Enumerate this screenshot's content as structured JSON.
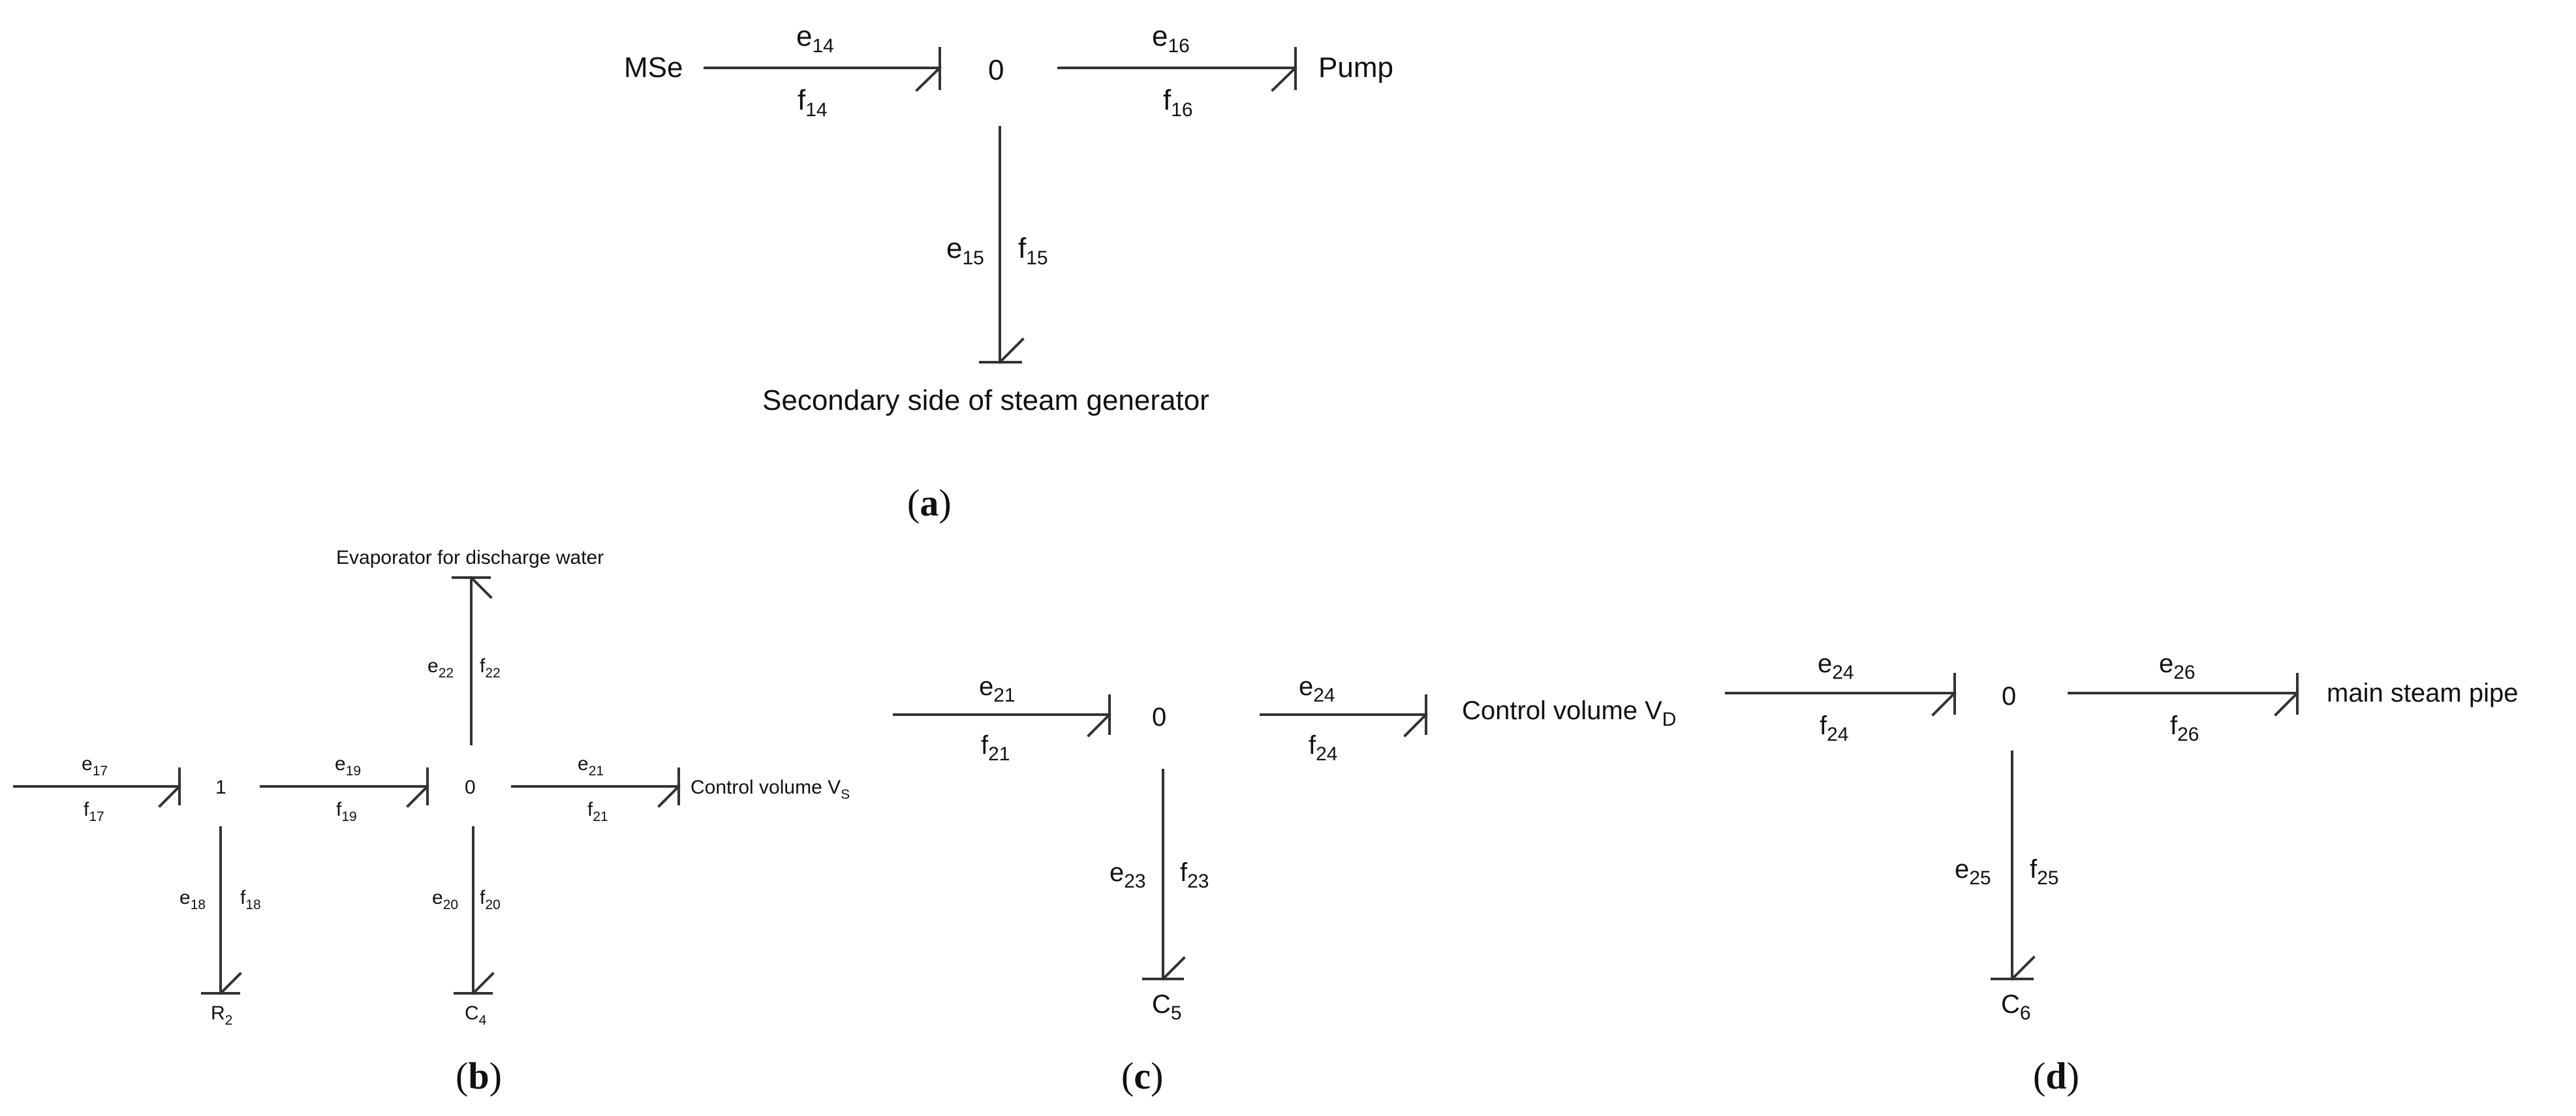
{
  "panel_a": {
    "source": "MSe",
    "junction": "0",
    "pump": "Pump",
    "secondary": "Secondary side of steam generator",
    "e14": {
      "base": "e",
      "sub": "14"
    },
    "f14": {
      "base": "f",
      "sub": "14"
    },
    "e16": {
      "base": "e",
      "sub": "16"
    },
    "f16": {
      "base": "f",
      "sub": "16"
    },
    "e15": {
      "base": "e",
      "sub": "15"
    },
    "f15": {
      "base": "f",
      "sub": "15"
    },
    "caption": {
      "open": "(",
      "letter": "a",
      "close": ")"
    }
  },
  "panel_b": {
    "evaporator": "Evaporator for discharge water",
    "junction1": "1",
    "junction0": "0",
    "control_volume": {
      "base": "Control volume V",
      "sub": "S"
    },
    "R2": {
      "base": "R",
      "sub": "2"
    },
    "C4": {
      "base": "C",
      "sub": "4"
    },
    "e17": {
      "base": "e",
      "sub": "17"
    },
    "f17": {
      "base": "f",
      "sub": "17"
    },
    "e18": {
      "base": "e",
      "sub": "18"
    },
    "f18": {
      "base": "f",
      "sub": "18"
    },
    "e19": {
      "base": "e",
      "sub": "19"
    },
    "f19": {
      "base": "f",
      "sub": "19"
    },
    "e20": {
      "base": "e",
      "sub": "20"
    },
    "f20": {
      "base": "f",
      "sub": "20"
    },
    "e21": {
      "base": "e",
      "sub": "21"
    },
    "f21": {
      "base": "f",
      "sub": "21"
    },
    "e22": {
      "base": "e",
      "sub": "22"
    },
    "f22": {
      "base": "f",
      "sub": "22"
    },
    "caption": {
      "open": "(",
      "letter": "b",
      "close": ")"
    }
  },
  "panel_c": {
    "junction": "0",
    "control_volume": {
      "base": "Control volume V",
      "sub": "D"
    },
    "C5": {
      "base": "C",
      "sub": "5"
    },
    "e21": {
      "base": "e",
      "sub": "21"
    },
    "f21": {
      "base": "f",
      "sub": "21"
    },
    "e24": {
      "base": "e",
      "sub": "24"
    },
    "f24": {
      "base": "f",
      "sub": "24"
    },
    "e23": {
      "base": "e",
      "sub": "23"
    },
    "f23": {
      "base": "f",
      "sub": "23"
    },
    "caption": {
      "open": "(",
      "letter": "c",
      "close": ")"
    }
  },
  "panel_d": {
    "junction": "0",
    "main_steam_pipe": "main steam pipe",
    "C6": {
      "base": "C",
      "sub": "6"
    },
    "e24": {
      "base": "e",
      "sub": "24"
    },
    "f24": {
      "base": "f",
      "sub": "24"
    },
    "e26": {
      "base": "e",
      "sub": "26"
    },
    "f26": {
      "base": "f",
      "sub": "26"
    },
    "e25": {
      "base": "e",
      "sub": "25"
    },
    "f25": {
      "base": "f",
      "sub": "25"
    },
    "caption": {
      "open": "(",
      "letter": "d",
      "close": ")"
    }
  }
}
